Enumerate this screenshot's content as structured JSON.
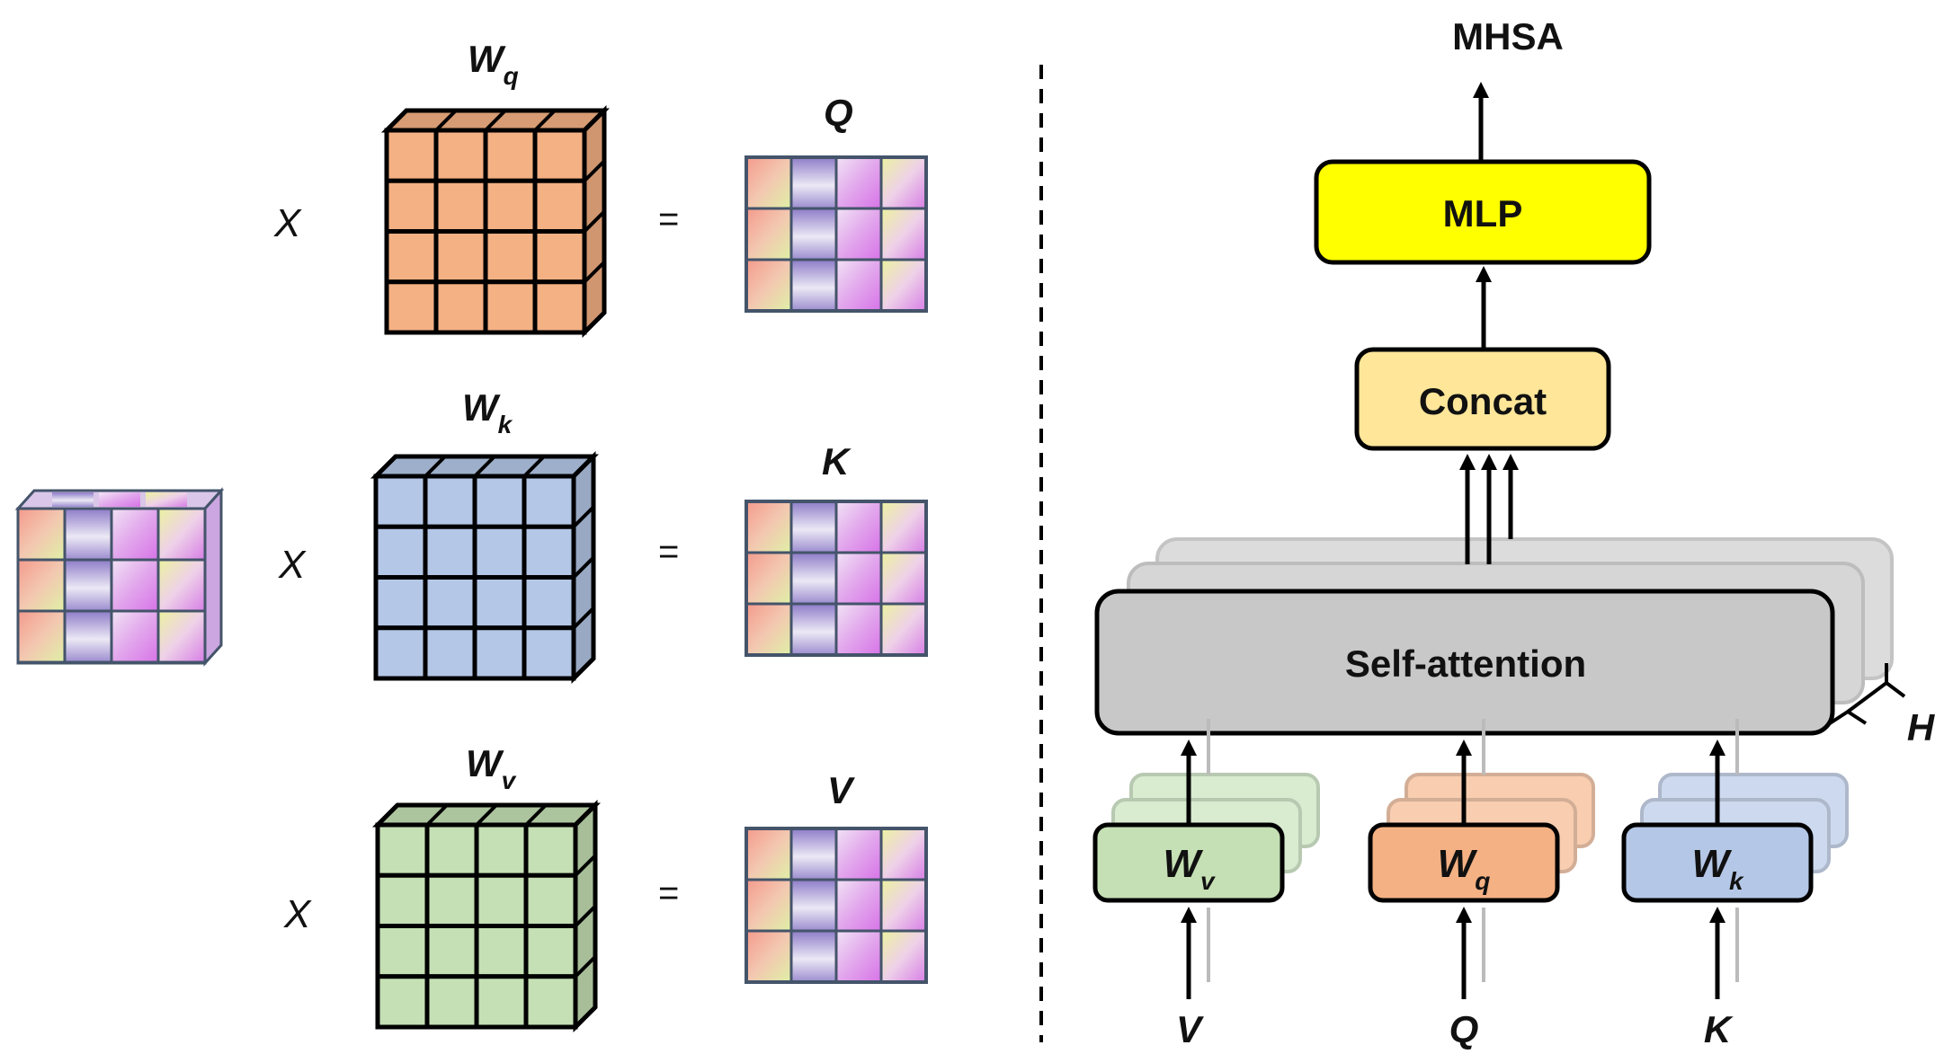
{
  "left": {
    "input_symbol": "X",
    "equals_symbol": "=",
    "rows": [
      {
        "weight_name": "W",
        "weight_sub": "q",
        "output_label": "Q",
        "weight_color": "#f4b183"
      },
      {
        "weight_name": "W",
        "weight_sub": "k",
        "output_label": "K",
        "weight_color": "#b4c7e7"
      },
      {
        "weight_name": "W",
        "weight_sub": "v",
        "output_label": "V",
        "weight_color": "#c5e0b4"
      }
    ]
  },
  "right": {
    "output_label": "MHSA",
    "mlp_label": "MLP",
    "concat_label": "Concat",
    "self_attention_label": "Self-attention",
    "heads_label": "H",
    "projections": [
      {
        "name": "W",
        "sub": "v",
        "input": "V",
        "color": "#c5e0b4",
        "ghost_color": "#d9ecd0"
      },
      {
        "name": "W",
        "sub": "q",
        "input": "Q",
        "color": "#f4b183",
        "ghost_color": "#f8cdb0"
      },
      {
        "name": "W",
        "sub": "k",
        "input": "K",
        "color": "#b4c7e7",
        "ghost_color": "#cdd9ef"
      }
    ],
    "colors": {
      "mlp": "#ffff00",
      "concat": "#ffe699",
      "self_attention": "#c8c8c8"
    }
  }
}
